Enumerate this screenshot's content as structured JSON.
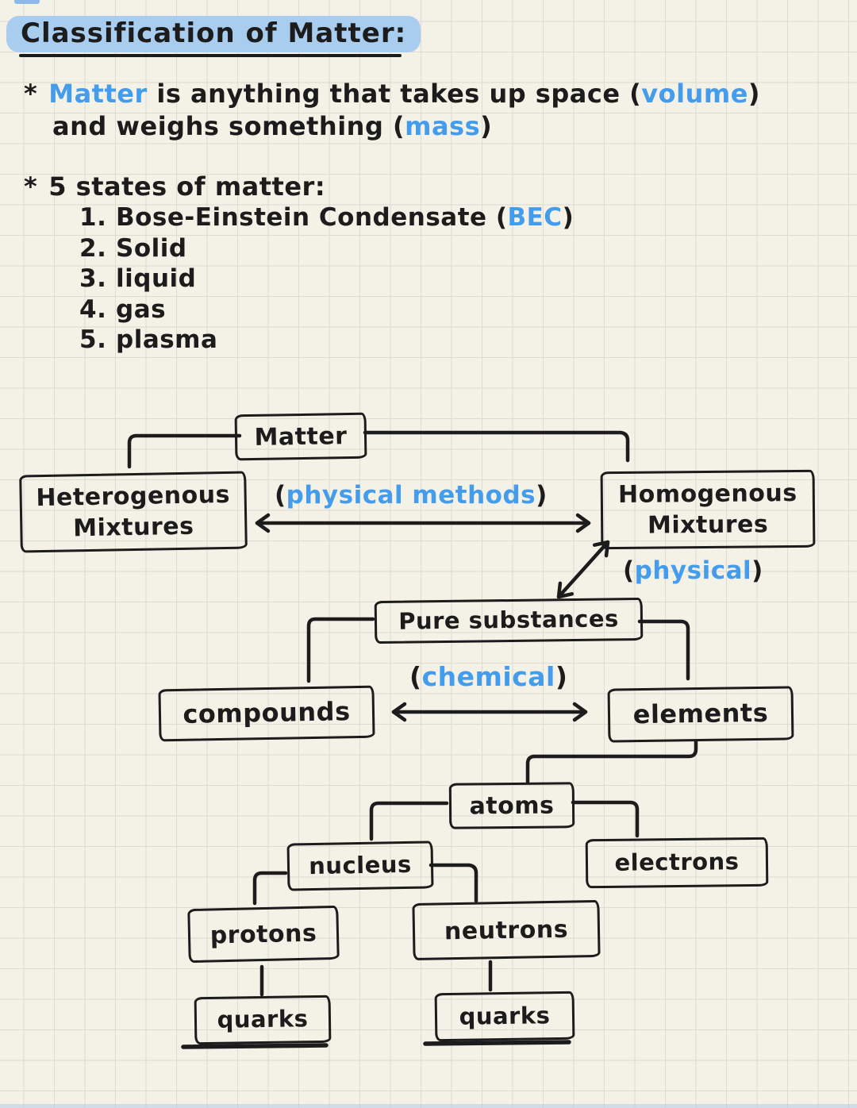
{
  "palette": {
    "paper": "#f4f1e6",
    "grid_line": "#dddcd1",
    "ink": "#1c1c1c",
    "accent_blue": "#449ced",
    "highlight_blue": "#a9cdef"
  },
  "title": {
    "text": "Classification of Matter:"
  },
  "intro": {
    "star": "*",
    "matter": "Matter",
    "line1_rest": " is anything that takes up space (",
    "volume": "volume",
    "close1": ")",
    "line2_pre": "and weighs something (",
    "mass": "mass",
    "close2": ")"
  },
  "states": {
    "star": "*",
    "heading": "5 states of matter:",
    "items": [
      {
        "num": "1.",
        "text": "Bose-Einstein Condensate (",
        "blue": "BEC",
        "post": ")"
      },
      {
        "num": "2.",
        "text": "Solid",
        "blue": "",
        "post": ""
      },
      {
        "num": "3.",
        "text": "liquid",
        "blue": "",
        "post": ""
      },
      {
        "num": "4.",
        "text": "gas",
        "blue": "",
        "post": ""
      },
      {
        "num": "5.",
        "text": "plasma",
        "blue": "",
        "post": ""
      }
    ]
  },
  "diagram": {
    "nodes": {
      "matter": "Matter",
      "hetero_line1": "Heterogenous",
      "hetero_line2": "Mixtures",
      "homo_line1": "Homogenous",
      "homo_line2": "Mixtures",
      "pure": "Pure substances",
      "compounds": "compounds",
      "elements": "elements",
      "atoms": "atoms",
      "nucleus": "nucleus",
      "electrons": "electrons",
      "protons": "protons",
      "neutrons": "neutrons",
      "quarks_left": "quarks",
      "quarks_right": "quarks"
    },
    "labels": {
      "pm_open": "(",
      "pm_text": "physical methods",
      "pm_close": ")",
      "ph_open": "(",
      "ph_text": "physical",
      "ph_close": ")",
      "ch_open": "(",
      "ch_text": "chemical",
      "ch_close": ")"
    }
  }
}
